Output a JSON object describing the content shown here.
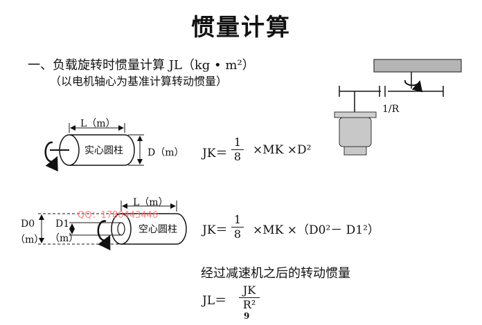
{
  "title": "惯量计算",
  "heading": "一、负载旋转时惯量计算 JL（kg • m²）",
  "subheading": "（以电机轴心为基准计算转动惯量）",
  "solid_cylinder": {
    "name": "实心圆柱",
    "length_label": "L（m）",
    "diameter_label": "D（m）",
    "formula": {
      "lhs": "JK＝",
      "numerator": "1",
      "denominator": "8",
      "rhs": "×MK ×D²"
    }
  },
  "hollow_cylinder": {
    "name": "空心圆柱",
    "length_label": "L（m）",
    "outer_label_top": "D0",
    "outer_label_bottom": "（m）",
    "inner_label_top": "D1",
    "inner_label_bottom": "（m）",
    "formula": {
      "lhs": "JK＝",
      "numerator": "1",
      "denominator": "8",
      "rhs": "×MK ×（D0²－ D1²）"
    }
  },
  "gear_ratio_label": "1/R",
  "reducer": {
    "caption": "经过减速机之后的转动惯量",
    "lhs": "JL＝",
    "numerator": "JK",
    "denominator": "R²"
  },
  "watermark": "QQ：1780443446",
  "page_number": "9"
}
